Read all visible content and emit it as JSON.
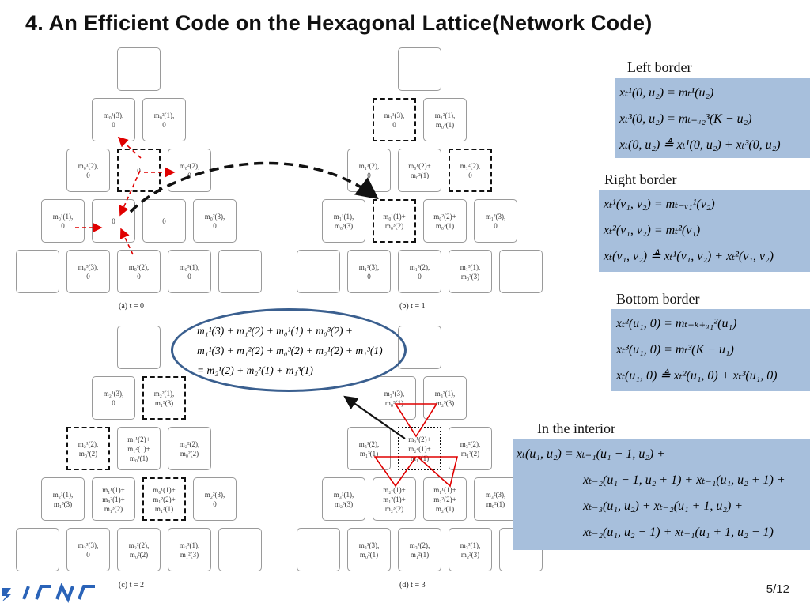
{
  "slide": {
    "title": "4. An Efficient Code on the Hexagonal Lattice(Network Code)",
    "page_number": "5/12"
  },
  "panels": [
    {
      "caption": "(a) t = 0",
      "rows": [
        [
          ""
        ],
        [
          "m₀¹(3),\n0",
          "m₀²(1),\n0"
        ],
        [
          "m₀¹(2),\n0",
          "0",
          "m₀²(2),\n0"
        ],
        [
          "m₀¹(1),\n0",
          "0",
          "0",
          "m₀²(3),\n0"
        ],
        [
          "",
          "m₀³(3),\n0",
          "m₀³(2),\n0",
          "m₀³(1),\n0",
          ""
        ]
      ],
      "dashed": [
        [
          2,
          1
        ]
      ],
      "dotted": []
    },
    {
      "caption": "(b) t = 1",
      "rows": [
        [
          ""
        ],
        [
          "m₁¹(3),\n0",
          "m₁²(1),\nm₀³(1)"
        ],
        [
          "m₁¹(2),\n0",
          "m₀¹(2)+\nm₀²(1)",
          "m₁²(2),\n0"
        ],
        [
          "m₁¹(1),\nm₀³(3)",
          "m₀¹(1)+\nm₀³(2)",
          "m₀²(2)+\nm₀³(1)",
          "m₁²(3),\n0"
        ],
        [
          "",
          "m₁³(3),\n0",
          "m₁³(2),\n0",
          "m₁³(1),\nm₀²(3)",
          ""
        ]
      ],
      "dashed": [
        [
          1,
          0
        ],
        [
          2,
          2
        ],
        [
          3,
          1
        ]
      ],
      "dotted": []
    },
    {
      "caption": "(c) t = 2",
      "rows": [
        [
          ""
        ],
        [
          "m₂¹(3),\n0",
          "m₂²(1),\nm₁³(3)"
        ],
        [
          "m₂¹(2),\nm₀³(2)",
          "m₁¹(2)+\nm₁²(1)+\nm₀³(1)",
          "m₂²(2),\nm₀²(2)"
        ],
        [
          "m₂¹(1),\nm₁³(3)",
          "m₁¹(1)+\nm₀²(1)+\nm₁³(2)",
          "m₀¹(1)+\nm₁²(2)+\nm₁³(1)",
          "m₂²(3),\n0"
        ],
        [
          "",
          "m₂³(3),\n0",
          "m₂³(2),\nm₀²(2)",
          "m₂³(1),\nm₁²(3)",
          ""
        ]
      ],
      "dashed": [
        [
          1,
          1
        ],
        [
          2,
          0
        ],
        [
          3,
          2
        ]
      ],
      "dotted": []
    },
    {
      "caption": "(d) t = 3",
      "rows": [
        [
          ""
        ],
        [
          "m₃¹(3),\nm₀³(1)",
          "m₃²(1),\nm₂³(3)"
        ],
        [
          "m₃¹(2),\nm₁³(1)",
          "m₂¹(2)+\nm₂²(1)+\nm₁³(1)",
          "m₃²(2),\nm₁²(2)"
        ],
        [
          "m₃¹(1),\nm₂³(3)",
          "m₂¹(1)+\nm₁²(1)+\nm₂³(2)",
          "m₁¹(1)+\nm₂²(2)+\nm₂³(1)",
          "m₃²(3),\nm₀²(1)"
        ],
        [
          "",
          "m₃³(3),\nm₀²(1)",
          "m₃³(2),\nm₁²(1)",
          "m₃³(1),\nm₂²(3)",
          ""
        ]
      ],
      "dashed": [],
      "dotted": [
        [
          2,
          1
        ]
      ]
    }
  ],
  "oval": {
    "lines": [
      "m₁¹(3) + m₁²(2) + m₀¹(1) + m₀³(2) +",
      "m₁¹(3) + m₁²(2) + m₀³(2) + m₂¹(2) + m₁³(1)",
      "= m₂¹(2) + m₂²(1) + m₁³(1)"
    ]
  },
  "borders": {
    "left": {
      "label": "Left border",
      "lines": [
        "xₜ¹(0, u₂) = mₜ¹(u₂)",
        "xₜ³(0, u₂) = mₜ₋ᵤ₂³(K − u₂)",
        "xₜ(0, u₂) ≜ xₜ¹(0, u₂) + xₜ³(0, u₂)"
      ]
    },
    "right": {
      "label": "Right border",
      "lines": [
        "xₜ¹(v₁, v₂) = mₜ₋ᵥ₁¹(v₂)",
        "xₜ²(v₁, v₂) = mₜ²(v₁)",
        "xₜ(v₁, v₂) ≜ xₜ¹(v₁, v₂) + xₜ²(v₁, v₂)"
      ]
    },
    "bottom": {
      "label": "Bottom border",
      "lines": [
        "xₜ²(u₁, 0) = mₜ₋ₖ₊ᵤ₁²(u₁)",
        "xₜ³(u₁, 0) = mₜ³(K − u₁)",
        "xₜ(u₁, 0) ≜ xₜ²(u₁, 0) + xₜ³(u₁, 0)"
      ]
    },
    "interior": {
      "label": "In the interior",
      "lines": [
        "xₜ(u₁, u₂) = xₜ₋₁(u₁ − 1, u₂) +",
        "xₜ₋₂(u₁ − 1, u₂ + 1) + xₜ₋₁(u₁, u₂ + 1) +",
        "xₜ₋₃(u₁, u₂) + xₜ₋₂(u₁ + 1, u₂) +",
        "xₜ₋₂(u₁, u₂ − 1) + xₜ₋₁(u₁ + 1, u₂ − 1)"
      ]
    }
  },
  "colors": {
    "equation_box": "#a7bfdc",
    "oval_border": "#3a5f8f",
    "red_arrows": "#e00000",
    "black_arrows": "#111111"
  }
}
